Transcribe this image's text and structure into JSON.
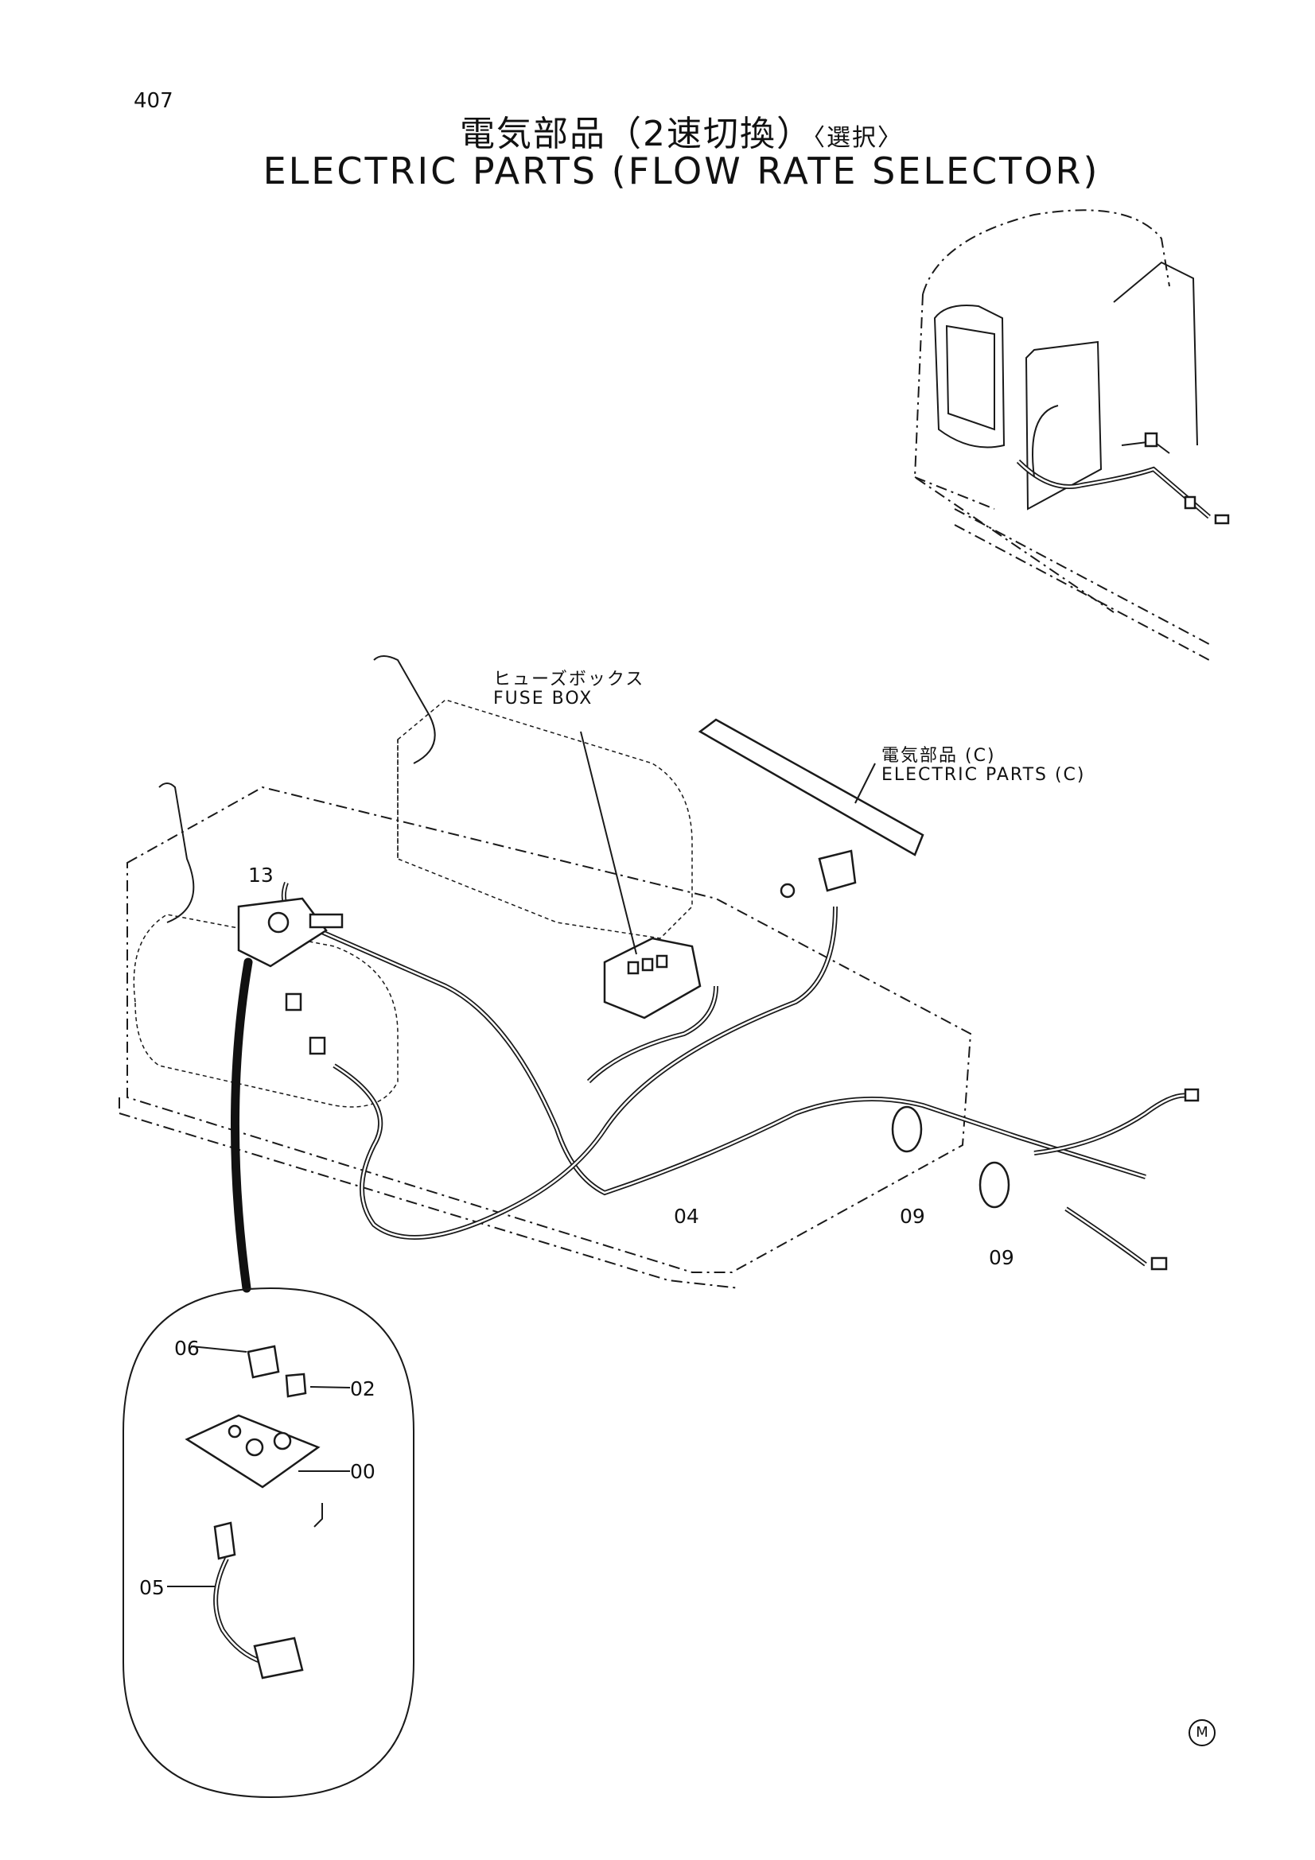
{
  "page_number": "407",
  "title": {
    "japanese": "電気部品（2速切換）",
    "japanese_suffix": "〈選択〉",
    "english": "ELECTRIC PARTS (FLOW RATE SELECTOR)"
  },
  "callouts": {
    "fuse_box_jp": "ヒューズボックス",
    "fuse_box_en": "FUSE BOX",
    "electric_parts_c_jp": "電気部品 (C)",
    "electric_parts_c_en": "ELECTRIC PARTS (C)"
  },
  "part_numbers": {
    "p13": "13",
    "p04": "04",
    "p09a": "09",
    "p09b": "09",
    "p06": "06",
    "p02": "02",
    "p00": "00",
    "p05": "05"
  },
  "corner_mark": "M"
}
